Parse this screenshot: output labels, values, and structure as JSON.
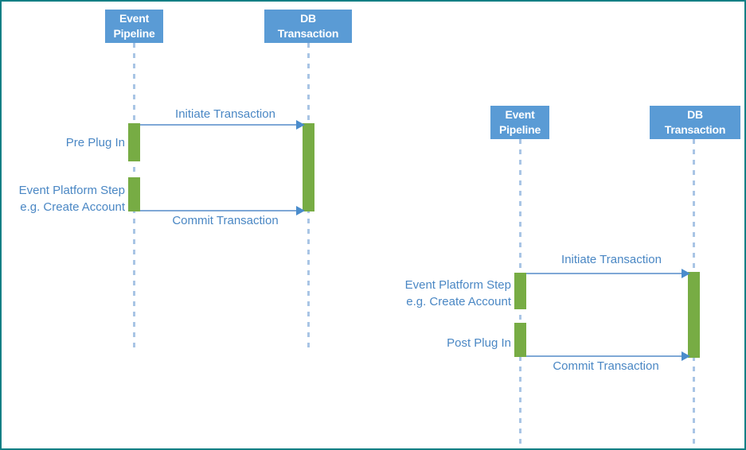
{
  "diagram": {
    "type": "uml-sequence",
    "border_color": "#117f85",
    "colors": {
      "actor_box": "#5a9bd5",
      "actor_text": "#ffffff",
      "activation": "#77ac44",
      "lifeline": "#a9c5e5",
      "arrow": "#4a8ccc",
      "label_text": "#4a87c4"
    },
    "panels": [
      {
        "id": "pre-plug-in-flow",
        "participants": [
          {
            "id": "event-pipeline",
            "line1": "Event",
            "line2": "Pipeline"
          },
          {
            "id": "db-transaction",
            "line1": "DB",
            "line2": "Transaction"
          }
        ],
        "side_labels": [
          {
            "id": "pre-plug-in",
            "line1": "Pre Plug In",
            "line2": ""
          },
          {
            "id": "event-platform-step",
            "line1": "Event Platform Step",
            "line2": "e.g. Create Account"
          }
        ],
        "messages": [
          {
            "id": "initiate-transaction",
            "label": "Initiate Transaction",
            "from": "event-pipeline",
            "to": "db-transaction"
          },
          {
            "id": "commit-transaction",
            "label": "Commit Transaction",
            "from": "event-pipeline",
            "to": "db-transaction"
          }
        ]
      },
      {
        "id": "post-plug-in-flow",
        "participants": [
          {
            "id": "event-pipeline",
            "line1": "Event",
            "line2": "Pipeline"
          },
          {
            "id": "db-transaction",
            "line1": "DB",
            "line2": "Transaction"
          }
        ],
        "side_labels": [
          {
            "id": "event-platform-step",
            "line1": "Event Platform Step",
            "line2": "e.g. Create Account"
          },
          {
            "id": "post-plug-in",
            "line1": "Post Plug In",
            "line2": ""
          }
        ],
        "messages": [
          {
            "id": "initiate-transaction",
            "label": "Initiate Transaction",
            "from": "event-pipeline",
            "to": "db-transaction"
          },
          {
            "id": "commit-transaction",
            "label": "Commit Transaction",
            "from": "event-pipeline",
            "to": "db-transaction"
          }
        ]
      }
    ]
  }
}
